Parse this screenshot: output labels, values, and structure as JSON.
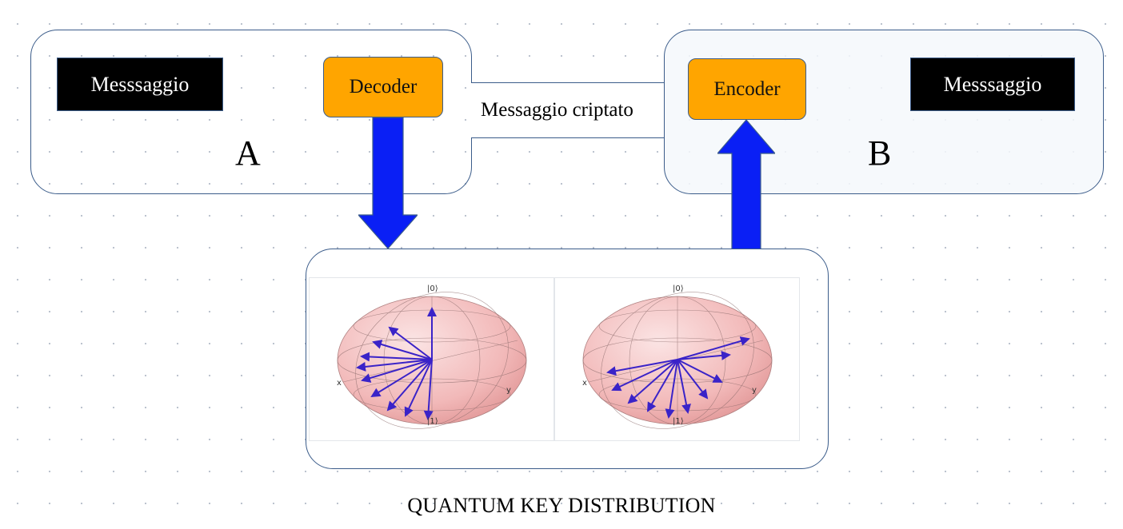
{
  "party_a": {
    "letter": "A",
    "message_label": "Messsaggio",
    "codec_label": "Decoder"
  },
  "party_b": {
    "letter": "B",
    "message_label": "Messsaggio",
    "codec_label": "Encoder"
  },
  "channel": {
    "label": "Messaggio criptato"
  },
  "bloch_spheres": {
    "top_label": "|0⟩",
    "bottom_label": "|1⟩",
    "x_label": "x",
    "y_label": "y"
  },
  "footer": {
    "title": "QUANTUM KEY DISTRIBUTION"
  },
  "colors": {
    "panel_border": "#3b5c8a",
    "message_box": "#000000",
    "codec_box": "#ffa500",
    "arrow": "#0a1ff5",
    "sphere": "#f0b0b0",
    "state_vector": "#3a23c8"
  }
}
